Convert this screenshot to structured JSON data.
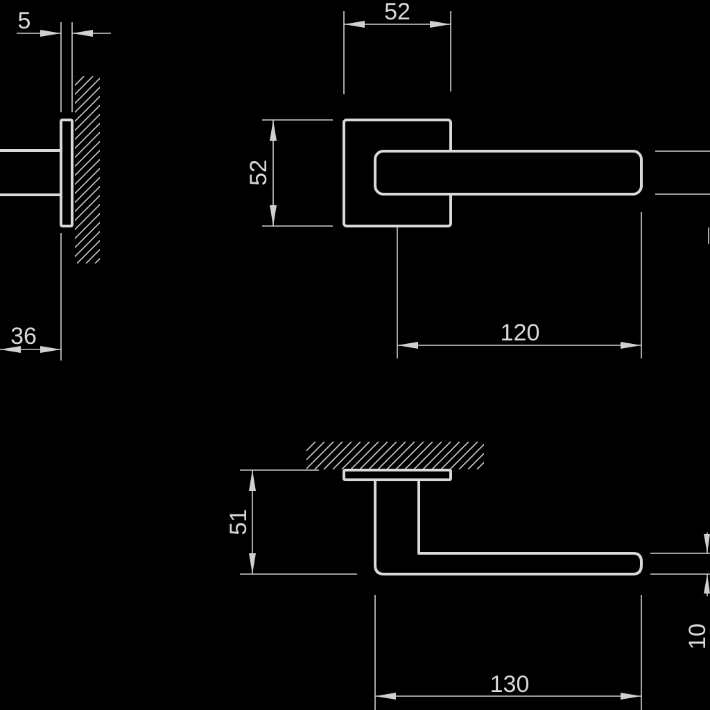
{
  "colors": {
    "background": "#000000",
    "stroke": "#d9d9d9"
  },
  "dimensions": {
    "side_gap": "5",
    "side_projection": "36",
    "rose_width": "52",
    "rose_height": "52",
    "lever_length": "120",
    "top_height": "51",
    "top_length": "130",
    "lever_thickness": "10"
  }
}
